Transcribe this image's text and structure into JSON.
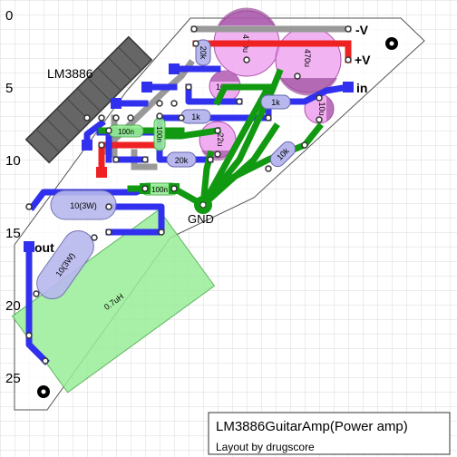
{
  "axis": {
    "row_ticks": [
      "0",
      "5",
      "10",
      "15",
      "20",
      "25"
    ]
  },
  "ic": {
    "label": "LM3886"
  },
  "terminals": {
    "neg_v": "-V",
    "pos_v": "+V",
    "input": "in",
    "output": "out",
    "ground": "GND"
  },
  "components": {
    "r_20k_top": "20k",
    "c_470u_left": "470u",
    "c_470u_right": "470u",
    "c_100u": "100u",
    "r_1k_mid": "1k",
    "r_1k_right": "1k",
    "c_10u": "10u",
    "c_100n_a": "100n",
    "c_100n_b": "100n",
    "c_22u": "22u",
    "r_20k_low": "20k",
    "r_10k": "10k",
    "c_100n_c": "100n",
    "r_10_3w_a": "10(3W)",
    "r_10_3w_b": "10(3W)",
    "l_07uh": "0.7uH"
  },
  "title_box": {
    "title": "LM3886GuitarAmp(Power amp)",
    "subtitle": "Layout by drugscore"
  },
  "colors": {
    "blue_trace": "#3030ee",
    "red_trace": "#ee2222",
    "green_trace": "#119911",
    "gray_trace": "#999999",
    "cap_fill": "#ee99ee",
    "resistor_fill": "#b8b8ee",
    "inductor_fill": "#99ee99",
    "ic_fill": "#666666"
  }
}
